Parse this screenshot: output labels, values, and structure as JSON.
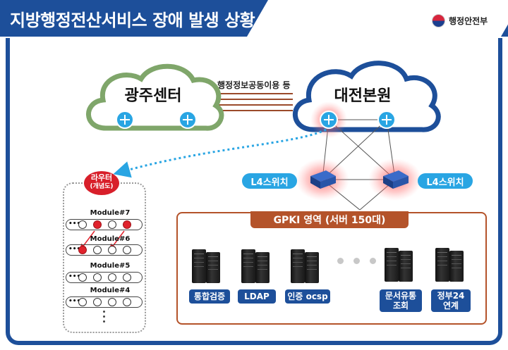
{
  "header": {
    "title": "지방행정전산서비스 장애 발생 상황",
    "ministry": "행정안전부"
  },
  "clouds": {
    "gwangju": "광주센터",
    "daejeon": "대전본원",
    "link_label": "행정정보공동이용 등"
  },
  "switches": {
    "left_label": "L4스위치",
    "right_label": "L4스위치"
  },
  "gpki": {
    "title": "GPKI 영역 (서버 150대)",
    "servers": [
      {
        "label": "통합검증"
      },
      {
        "label": "LDAP"
      },
      {
        "label": "인증 ocsp"
      },
      {
        "label": "문서유통\n조회"
      },
      {
        "label": "정부24\n연계"
      }
    ]
  },
  "router": {
    "badge_main": "라우터",
    "badge_sub": "(개념도)",
    "modules": [
      {
        "name": "Module#7",
        "red_ports": [
          1,
          3
        ]
      },
      {
        "name": "Module#6",
        "red_ports": [
          0
        ]
      },
      {
        "name": "Module#5",
        "red_ports": []
      },
      {
        "name": "Module#4",
        "red_ports": []
      }
    ]
  },
  "colors": {
    "banner": "#1d4f9a",
    "gwangju_cloud": "#7fa66a",
    "daejeon_cloud": "#1d4f9a",
    "accent_red": "#d81f2a",
    "gpki_brown": "#b4532a",
    "pill_blue": "#29a5e3"
  }
}
